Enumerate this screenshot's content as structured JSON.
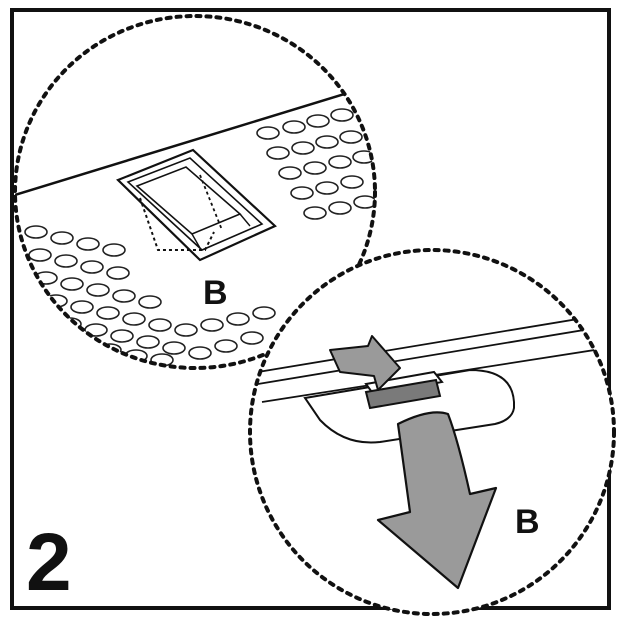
{
  "step_number": "2",
  "labels": {
    "top_callout": "B",
    "bottom_callout": "B"
  },
  "colors": {
    "ink": "#111111",
    "arrow_fill": "#9a9a9a",
    "paper": "#ffffff"
  },
  "icons": {
    "release_arrow": "arrow-down-curved-icon",
    "press_arrow": "arrow-press-icon"
  }
}
